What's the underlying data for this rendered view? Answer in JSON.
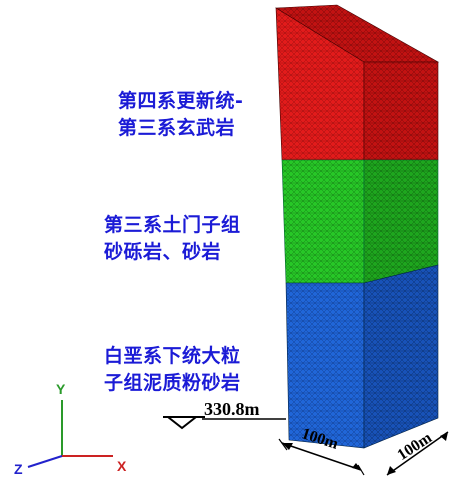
{
  "labels": {
    "quaternary_line1": "第四系更新统-",
    "quaternary_line2": "第三系玄武岩",
    "tertiary_line1": "第三系土门子组",
    "tertiary_line2": "砂砾岩、砂岩",
    "cretaceous_line1": "白垩系下统大粒",
    "cretaceous_line2": "子组泥质粉砂岩"
  },
  "elevation": "330.8m",
  "dimensions": {
    "front_width": "100m",
    "side_depth": "100m"
  },
  "axes": {
    "y": "Y",
    "z": "Z",
    "x": "X"
  },
  "colors": {
    "top_layer": "#e01818",
    "middle_layer": "#22c322",
    "bottom_layer": "#1e63d6",
    "label_text": "#1b1bd6",
    "axis_y": "#2a9a2a",
    "axis_z": "#2222cc",
    "axis_x": "#cc2222"
  }
}
